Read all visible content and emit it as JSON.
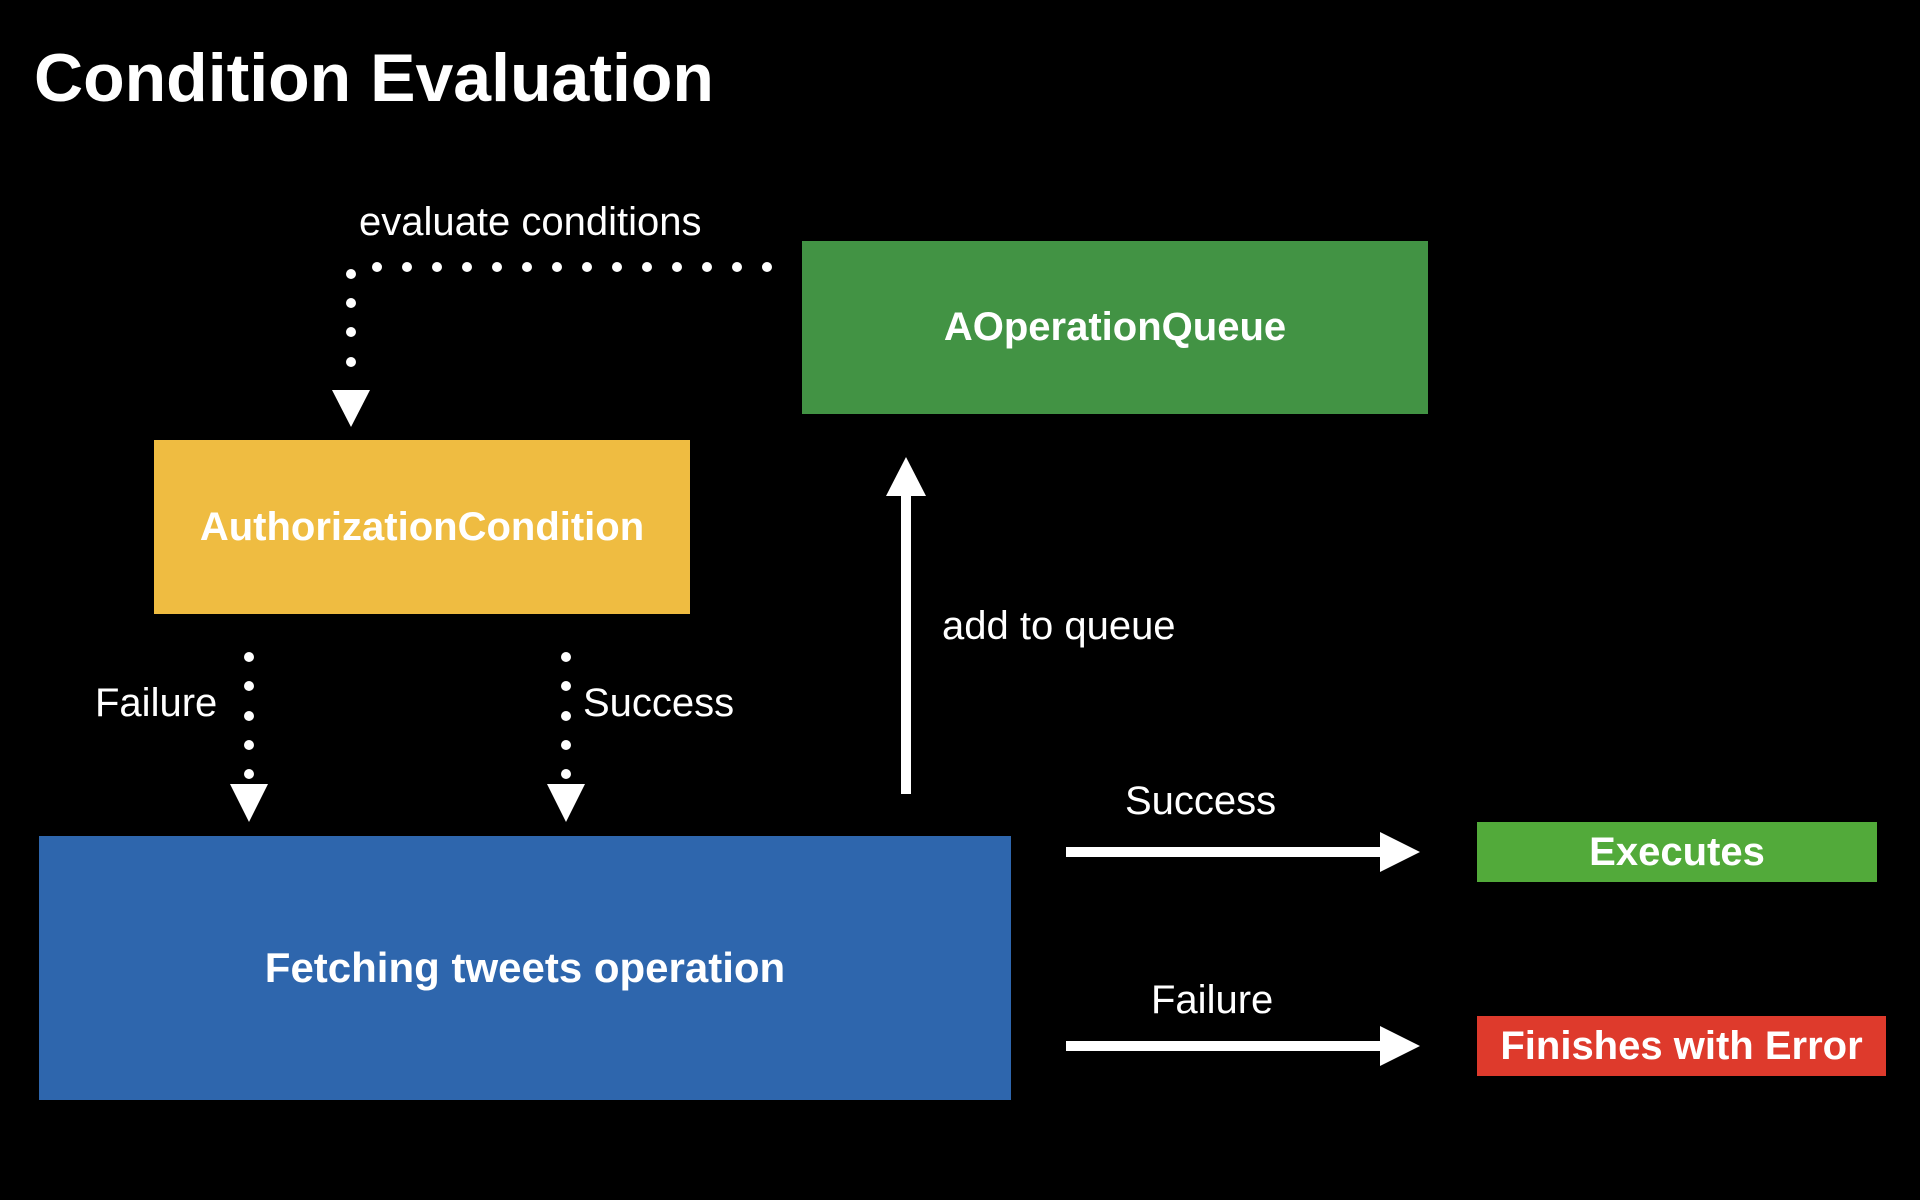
{
  "title": "Condition Evaluation",
  "boxes": {
    "queue": {
      "label": "AOperationQueue",
      "color": "#429344"
    },
    "auth": {
      "label": "AuthorizationCondition",
      "color": "#EFBC41"
    },
    "operation": {
      "label": "Fetching tweets operation",
      "color": "#2E66AD"
    },
    "executes": {
      "label": "Executes",
      "color": "#52AA3A"
    },
    "error": {
      "label": "Finishes with Error",
      "color": "#DE3A2C"
    }
  },
  "labels": {
    "evaluate": "evaluate conditions",
    "failure_left": "Failure",
    "success_left": "Success",
    "add_to_queue": "add to queue",
    "success_right": "Success",
    "failure_right": "Failure"
  }
}
